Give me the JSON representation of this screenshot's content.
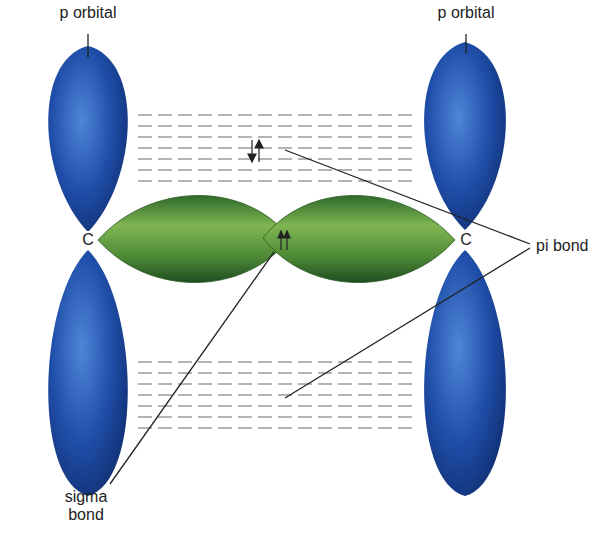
{
  "diagram": {
    "labels": [
      "p orbital",
      "p orbital",
      "C",
      "C",
      "pi bond",
      "sigma bond"
    ]
  }
}
